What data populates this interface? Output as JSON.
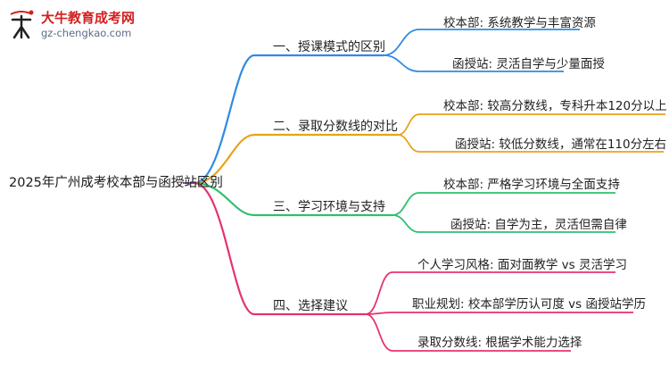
{
  "logo": {
    "brand": "大牛教育成考网",
    "url": "gz-chengkao.com",
    "mark_text": "大牛"
  },
  "colors": {
    "branch1": "#2f8ae5",
    "branch2": "#e8a317",
    "branch3": "#2fbf71",
    "branch4": "#e5336b",
    "root_line": "#7a4ba5"
  },
  "mindmap": {
    "root": "2025年广州成考校本部与函授站区别",
    "branches": [
      {
        "label": "一、授课模式的区别",
        "leaves": [
          "校本部: 系统教学与丰富资源",
          "函授站: 灵活自学与少量面授"
        ]
      },
      {
        "label": "二、录取分数线的对比",
        "leaves": [
          "校本部: 较高分数线，专科升本120分以上",
          "函授站: 较低分数线，通常在110分左右"
        ]
      },
      {
        "label": "三、学习环境与支持",
        "leaves": [
          "校本部: 严格学习环境与全面支持",
          "函授站: 自学为主，灵活但需自律"
        ]
      },
      {
        "label": "四、选择建议",
        "leaves": [
          "个人学习风格: 面对面教学 vs 灵活学习",
          "职业规划: 校本部学历认可度 vs 函授站学历",
          "录取分数线: 根据学术能力选择"
        ]
      }
    ]
  }
}
